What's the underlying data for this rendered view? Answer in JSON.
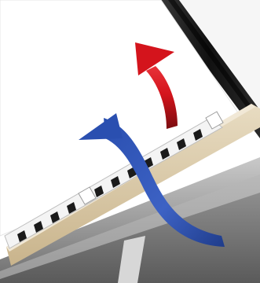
{
  "illustration": {
    "colors": {
      "paper": "#ffffff",
      "printer_frame": "#1a1a1a",
      "guide_beige": "#d9c7a3",
      "tray_gray": "#9a9a9a",
      "arrow_red": "#d4141c",
      "arrow_blue": "#2a4fb0"
    },
    "icons": [
      "paper-sheet",
      "printer-body",
      "paper-guide",
      "arrow-up-icon",
      "arrow-curve-icon"
    ]
  }
}
